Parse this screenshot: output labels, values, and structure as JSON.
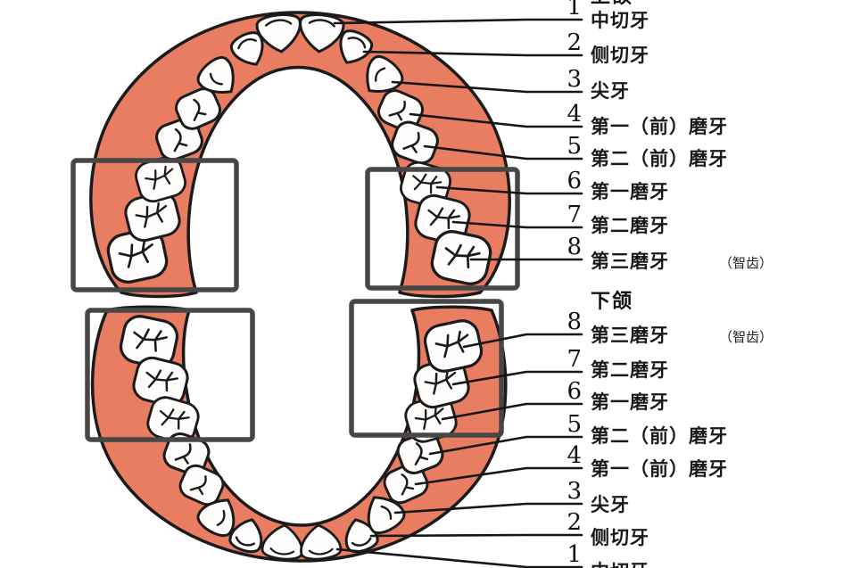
{
  "diagram": {
    "colors": {
      "gum": "#e87d62",
      "tooth": "#fefdfb",
      "outline": "#1b1b1b",
      "highlight_box": "#474747",
      "text": "#1a1a1a"
    },
    "upper": {
      "heading": "上颌",
      "rows": [
        {
          "num": "1",
          "label": "中切牙"
        },
        {
          "num": "2",
          "label": "侧切牙"
        },
        {
          "num": "3",
          "label": "尖牙"
        },
        {
          "num": "4",
          "label": "第一（前）磨牙"
        },
        {
          "num": "5",
          "label": "第二（前）磨牙"
        },
        {
          "num": "6",
          "label": "第一磨牙"
        },
        {
          "num": "7",
          "label": "第二磨牙"
        },
        {
          "num": "8",
          "label": "第三磨牙",
          "note": "（智齿）"
        }
      ]
    },
    "lower": {
      "heading": "下颌",
      "rows": [
        {
          "num": "8",
          "label": "第三磨牙",
          "note": "（智齿）"
        },
        {
          "num": "7",
          "label": "第二磨牙"
        },
        {
          "num": "6",
          "label": "第一磨牙"
        },
        {
          "num": "5",
          "label": "第二（前）磨牙"
        },
        {
          "num": "4",
          "label": "第一（前）磨牙"
        },
        {
          "num": "3",
          "label": "尖牙"
        },
        {
          "num": "2",
          "label": "侧切牙"
        },
        {
          "num": "1",
          "label": "中切牙"
        }
      ]
    }
  }
}
